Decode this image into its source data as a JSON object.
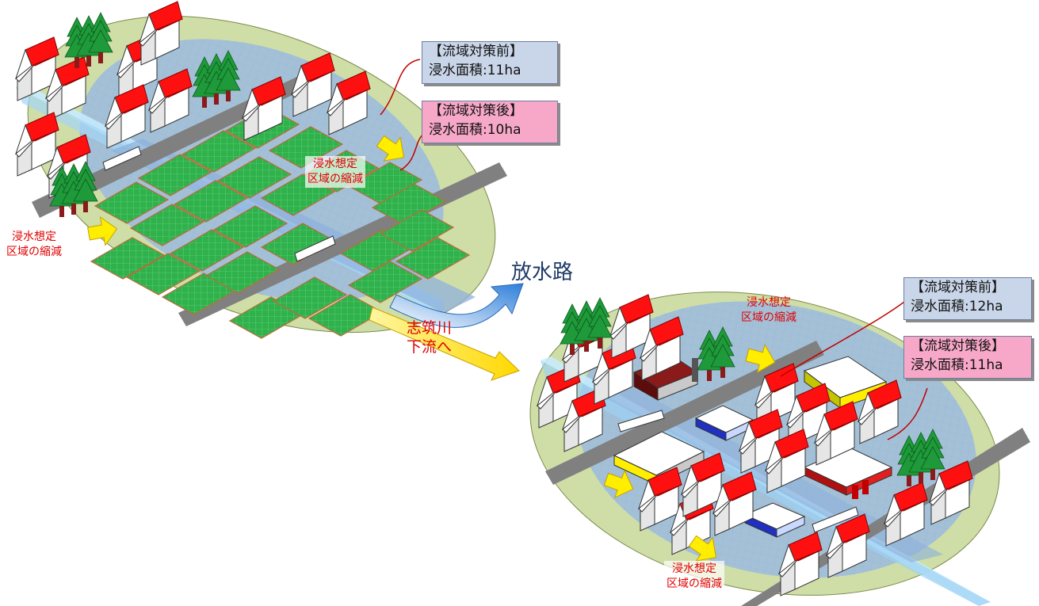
{
  "left_site": {
    "before_box": {
      "title": "【流域対策前】",
      "area": "浸水面積:11ha"
    },
    "after_box": {
      "title": "【流域対策後】",
      "area": "浸水面積:10ha"
    },
    "reduction_label_a": {
      "line1": "浸水想定",
      "line2": "区域の縮減"
    },
    "reduction_label_b": {
      "line1": "浸水想定",
      "line2": "区域の縮減"
    }
  },
  "right_site": {
    "before_box": {
      "title": "【流域対策前】",
      "area": "浸水面積:12ha"
    },
    "after_box": {
      "title": "【流域対策後】",
      "area": "浸水面積:11ha"
    },
    "reduction_label_a": {
      "line1": "浸水想定",
      "line2": "区域の縮減"
    },
    "reduction_label_b": {
      "line1": "浸水想定",
      "line2": "区域の縮減"
    }
  },
  "outlet_label": "放水路",
  "river_label": {
    "line1": "志筑川",
    "line2": "下流へ"
  },
  "colors": {
    "before_box_bg": "#c9d5e8",
    "after_box_bg": "#f7a8c8",
    "ground": "#cfdea6",
    "flood_area": "#9fbcdd",
    "paddy": "#2fb24c",
    "roof": "#ff1010",
    "road": "#808080",
    "tree": "#1f9a3a",
    "arrow_yellow": "#ffee00",
    "outlet_arrow": "#3a8ee0",
    "label_red": "#e00000"
  }
}
